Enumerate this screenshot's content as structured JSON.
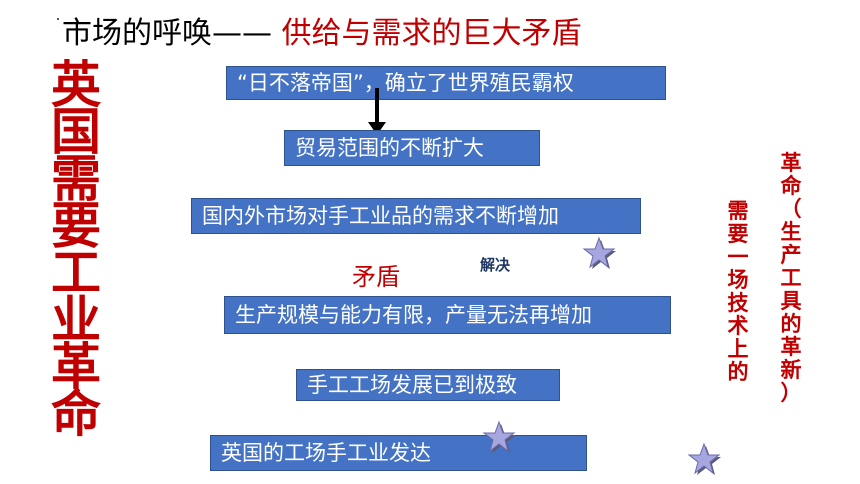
{
  "title": {
    "prefix": "市场的呼唤—— ",
    "highlight": "供给与需求的巨大矛盾"
  },
  "side_heading": [
    "英",
    "国",
    "需",
    "要",
    "工",
    "业",
    "革",
    "命"
  ],
  "boxes": {
    "box1": "“日不落帝国”，确立了世界殖民霸权",
    "box2": "贸易范围的不断扩大",
    "box3": "国内外市场对手工业品的需求不断增加",
    "box4": "生产规模与能力有限，产量无法再增加",
    "box5": "手工工场发展已到极致",
    "box6": "英国的工场手工业发达"
  },
  "labels": {
    "contradiction": "矛盾",
    "solve": "解决"
  },
  "vertical_text_1": [
    "需",
    "要",
    "一",
    "场",
    "技",
    "术",
    "上",
    "的"
  ],
  "vertical_text_2": [
    "革",
    "命",
    "（",
    "生",
    "产",
    "工",
    "具",
    "的",
    "革",
    "新",
    "）"
  ],
  "colors": {
    "box_fill": "#4472c4",
    "accent_red": "#c00000",
    "star_fill": "#a6a6e0"
  }
}
